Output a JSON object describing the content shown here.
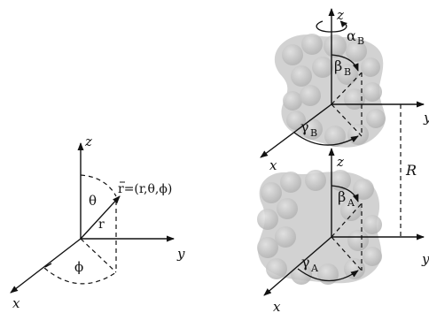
{
  "left_frame": {
    "axis_x": "x",
    "axis_y": "y",
    "axis_z": "z",
    "angle_theta": "θ",
    "angle_phi": "ϕ",
    "vector_r": "r",
    "position_label": "r=(r,θ,ϕ)"
  },
  "frame_B": {
    "axis_x": "x",
    "axis_y": "y",
    "axis_z": "z",
    "alpha": "α",
    "alpha_sub": "B",
    "beta": "β",
    "beta_sub": "B",
    "gamma": "γ",
    "gamma_sub": "B"
  },
  "frame_A": {
    "axis_x": "x",
    "axis_y": "y",
    "axis_z": "z",
    "beta": "β",
    "beta_sub": "A",
    "gamma": "γ",
    "gamma_sub": "A"
  },
  "separation_label": "R",
  "colors": {
    "line": "#111111",
    "protein_blob": "#cfcfcf",
    "protein_bead": "#b9b9b9"
  }
}
